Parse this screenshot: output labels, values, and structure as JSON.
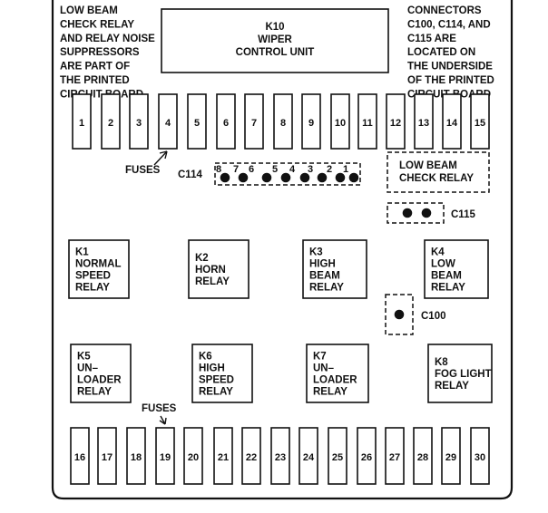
{
  "notes": {
    "left": [
      "LOW BEAM",
      "CHECK RELAY",
      "AND RELAY NOISE",
      "SUPPRESSORS",
      "ARE PART OF",
      "THE PRINTED",
      "CIRCUIT BOARD"
    ],
    "right": [
      "CONNECTORS",
      "C100, C114, AND",
      "C115 ARE",
      "LOCATED ON",
      "THE UNDERSIDE",
      "OF THE PRINTED",
      "CIRCUIT BOARD"
    ]
  },
  "wiper_unit": {
    "lines": [
      "K10",
      "WIPER",
      "CONTROL UNIT"
    ]
  },
  "fuses_top": [
    "1",
    "2",
    "3",
    "4",
    "5",
    "6",
    "7",
    "8",
    "9",
    "10",
    "11",
    "12",
    "13",
    "14",
    "15"
  ],
  "fuses_bottom": [
    "16",
    "17",
    "18",
    "19",
    "20",
    "21",
    "22",
    "23",
    "24",
    "25",
    "26",
    "27",
    "28",
    "29",
    "30"
  ],
  "fuses_label_top": "FUSES",
  "fuses_label_bottom": "FUSES",
  "c114": {
    "label": "C114",
    "pins": [
      "8",
      "7",
      "6",
      "5",
      "4",
      "3",
      "2",
      "1"
    ]
  },
  "low_beam_check_relay": {
    "lines": [
      "LOW BEAM",
      "CHECK RELAY"
    ]
  },
  "c115": {
    "label": "C115"
  },
  "c100": {
    "label": "C100"
  },
  "relays": [
    {
      "id": "k1",
      "lines": [
        "K1",
        "NORMAL",
        "SPEED",
        "RELAY"
      ]
    },
    {
      "id": "k2",
      "lines": [
        "K2",
        "HORN",
        "RELAY"
      ]
    },
    {
      "id": "k3",
      "lines": [
        "K3",
        "HIGH",
        "BEAM",
        "RELAY"
      ]
    },
    {
      "id": "k4",
      "lines": [
        "K4",
        "LOW",
        "BEAM",
        "RELAY"
      ]
    },
    {
      "id": "k5",
      "lines": [
        "K5",
        "UN–",
        "LOADER",
        "RELAY"
      ]
    },
    {
      "id": "k6",
      "lines": [
        "K6",
        "HIGH",
        "SPEED",
        "RELAY"
      ]
    },
    {
      "id": "k7",
      "lines": [
        "K7",
        "UN–",
        "LOADER",
        "RELAY"
      ]
    },
    {
      "id": "k8",
      "lines": [
        "K8",
        "FOG LIGHT",
        "RELAY"
      ]
    }
  ]
}
